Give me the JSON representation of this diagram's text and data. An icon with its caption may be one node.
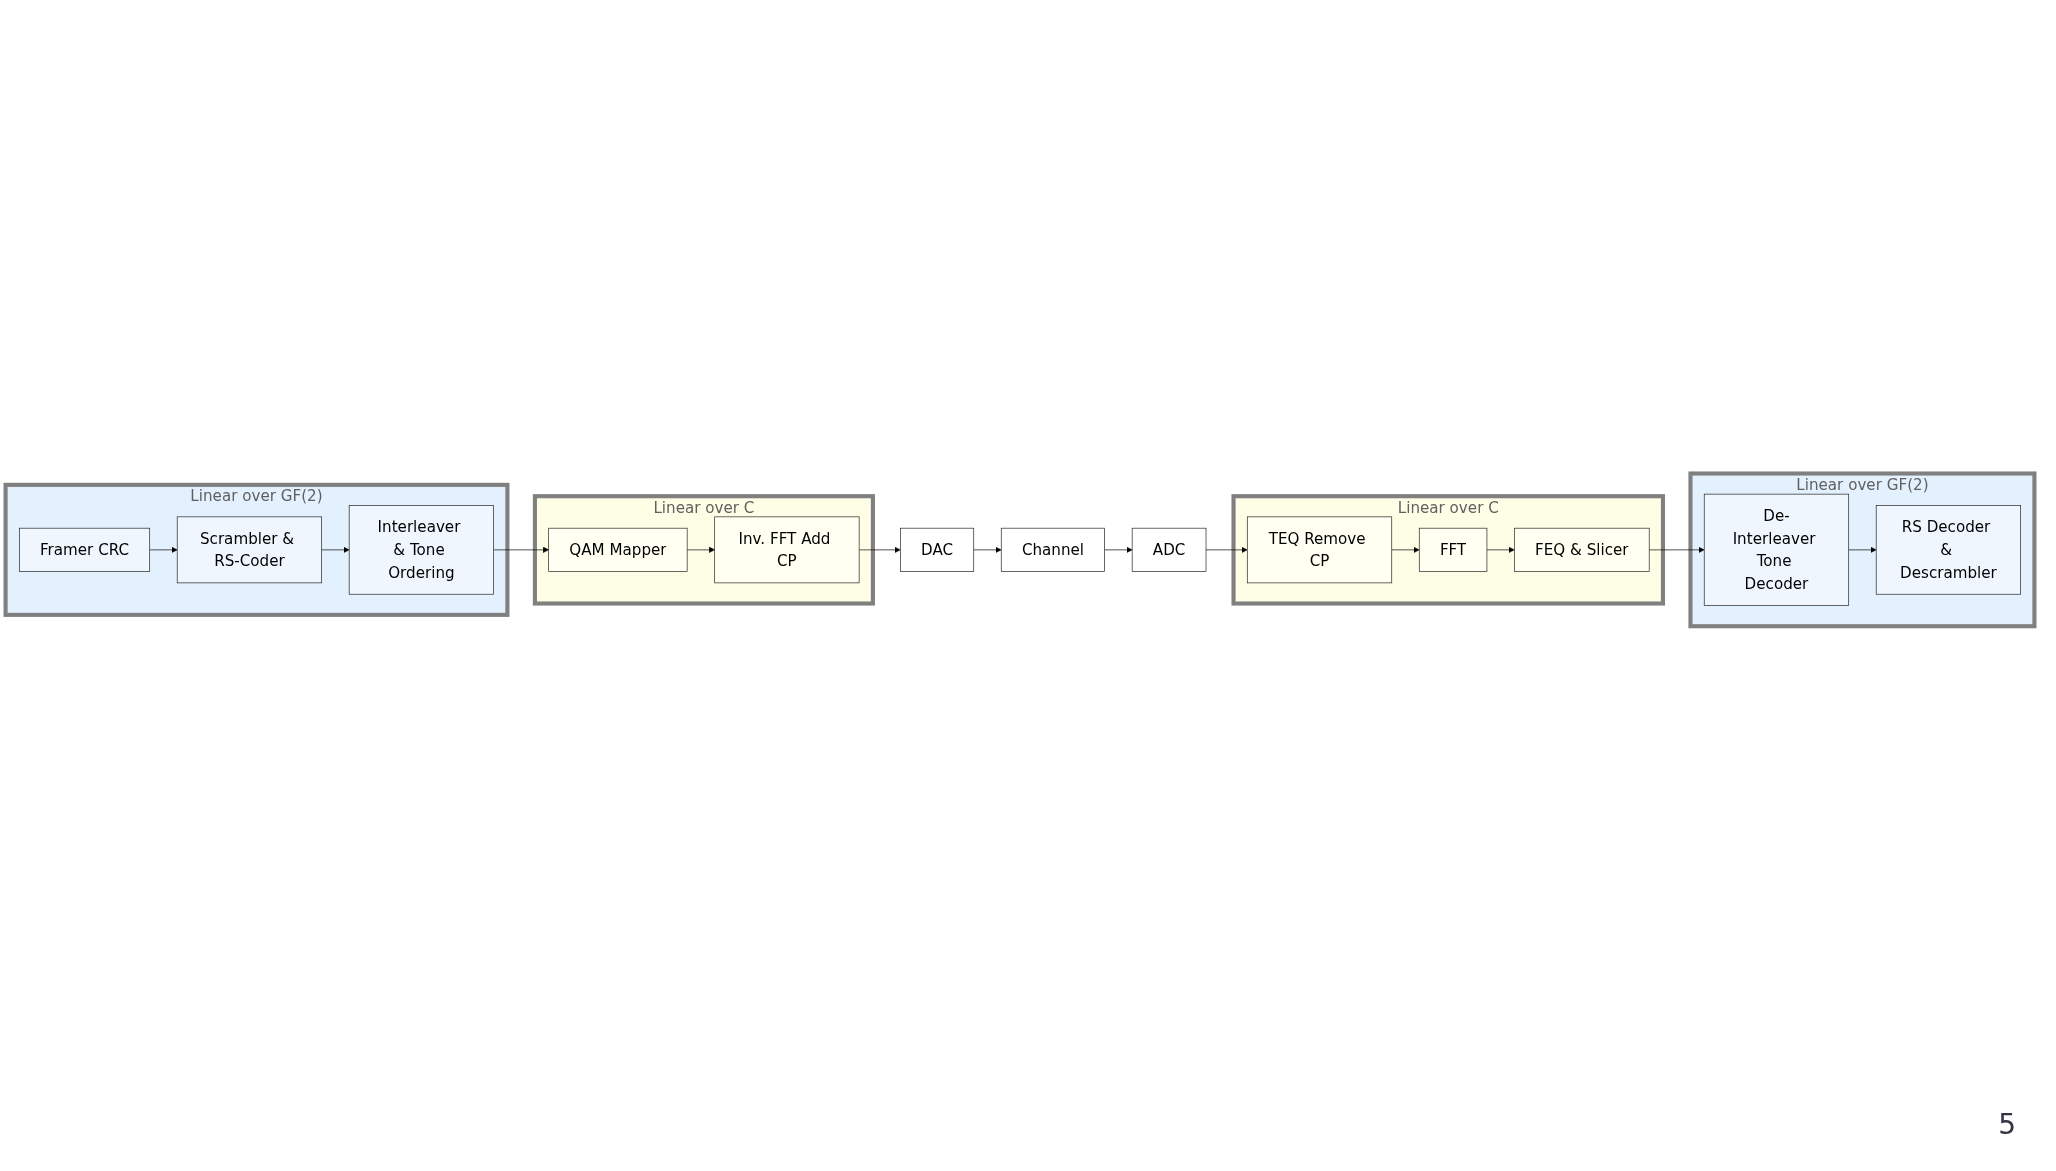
{
  "diagram": {
    "nodes": [
      {
        "text": [
          "Linear over GF(2)"
        ]
      },
      {
        "text": [
          "Framer CRC"
        ],
        "in": 0
      },
      {
        "text": [
          "Scrambler & RS-Coder"
        ],
        "in": 0
      },
      {
        "text": [
          "Interleaver & Tone Ordering"
        ],
        "in": 0
      },
      {
        "text": [
          "Linear over C"
        ]
      },
      {
        "text": [
          "QAM Mapper"
        ],
        "in": 4
      },
      {
        "text": [
          "Inv. FFT Add CP"
        ],
        "in": 4
      },
      {
        "text": [
          "DAC"
        ]
      },
      {
        "text": [
          "Channel"
        ]
      },
      {
        "text": [
          "ADC"
        ]
      },
      {
        "text": [
          "Linear over C"
        ]
      },
      {
        "text": [
          "TEQ Remove CP"
        ],
        "in": 10
      },
      {
        "text": [
          "FFT"
        ],
        "in": 10
      },
      {
        "text": [
          "FEQ & Slicer"
        ],
        "in": 10
      },
      {
        "text": [
          "Linear over GF(2)"
        ]
      },
      {
        "text": [
          "De-Interleaver Tone Decoder"
        ],
        "in": 14
      },
      {
        "text": [
          "RS Decoder & Descrambler"
        ],
        "in": 14
      }
    ],
    "edges": [
      {
        "from": 1,
        "to": 2,
        "arrow": "to"
      },
      {
        "from": 2,
        "to": 3,
        "arrow": "to"
      },
      {
        "from": 3,
        "to": 5,
        "arrow": "to"
      },
      {
        "from": 5,
        "to": 6,
        "arrow": "to"
      },
      {
        "from": 6,
        "to": 7,
        "arrow": "to"
      },
      {
        "from": 7,
        "to": 8,
        "arrow": "to"
      },
      {
        "from": 8,
        "to": 9,
        "arrow": "to"
      },
      {
        "from": 9,
        "to": 11,
        "arrow": "to"
      },
      {
        "from": 11,
        "to": 12,
        "arrow": "to"
      },
      {
        "from": 12,
        "to": 13,
        "arrow": "to"
      },
      {
        "from": 13,
        "to": 15,
        "arrow": "to"
      },
      {
        "from": 15,
        "to": 16,
        "arrow": "to"
      }
    ],
    "labels": [
      "5"
    ]
  }
}
